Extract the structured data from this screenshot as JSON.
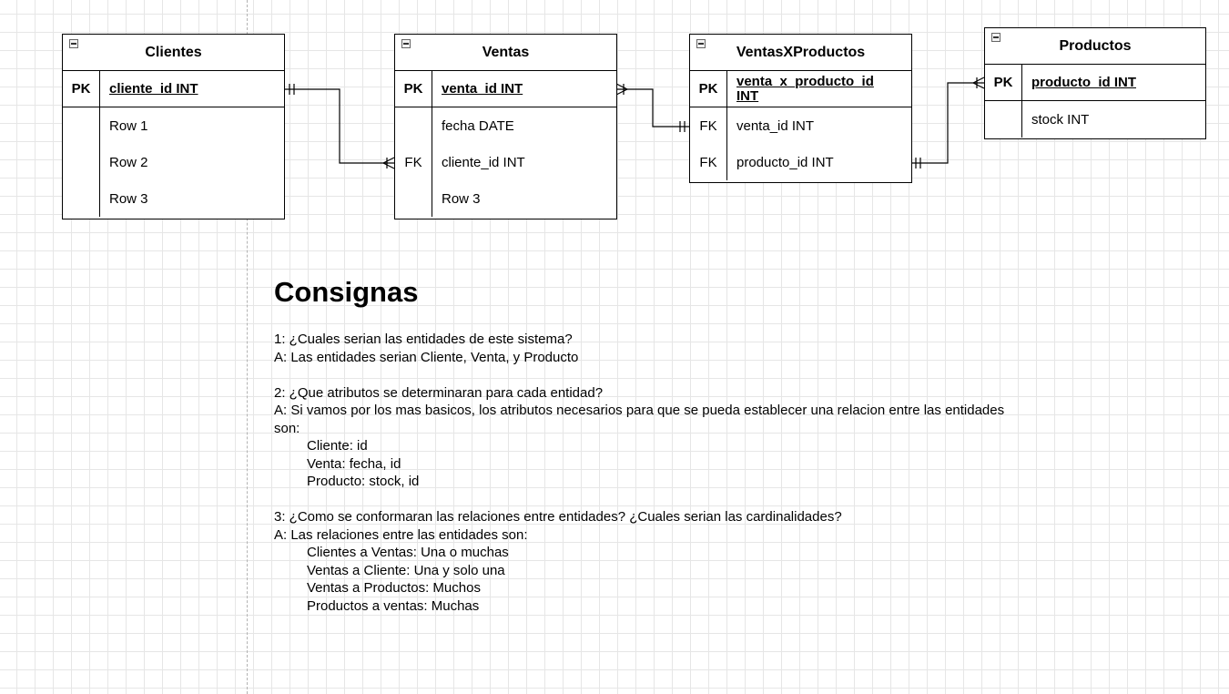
{
  "entities": {
    "clientes": {
      "title": "Clientes",
      "pk": {
        "key": "PK",
        "field": "cliente_id INT"
      },
      "rows": [
        {
          "key": "",
          "field": "Row 1"
        },
        {
          "key": "",
          "field": "Row 2"
        },
        {
          "key": "",
          "field": "Row 3"
        }
      ]
    },
    "ventas": {
      "title": "Ventas",
      "pk": {
        "key": "PK",
        "field": "venta_id INT"
      },
      "rows": [
        {
          "key": "",
          "field": "fecha DATE"
        },
        {
          "key": "FK",
          "field": "cliente_id INT"
        },
        {
          "key": "",
          "field": "Row 3"
        }
      ]
    },
    "ventasxproductos": {
      "title": "VentasXProductos",
      "pk": {
        "key": "PK",
        "field": "venta_x_producto_id INT"
      },
      "rows": [
        {
          "key": "FK",
          "field": "venta_id INT"
        },
        {
          "key": "FK",
          "field": "producto_id INT"
        }
      ]
    },
    "productos": {
      "title": "Productos",
      "pk": {
        "key": "PK",
        "field": "producto_id INT"
      },
      "rows": [
        {
          "key": "",
          "field": "stock INT"
        }
      ]
    }
  },
  "relationships": [
    {
      "from": "Clientes",
      "to": "Ventas",
      "from_end": "one-and-only-one",
      "to_end": "one-or-many"
    },
    {
      "from": "Ventas",
      "to": "VentasXProductos",
      "from_end": "one-or-many",
      "to_end": "one-and-only-one"
    },
    {
      "from": "VentasXProductos",
      "to": "Productos",
      "from_end": "one-and-only-one",
      "to_end": "one-or-many"
    }
  ],
  "consignas": {
    "title": "Consignas",
    "q1": {
      "question": "1: ¿Cuales serian las entidades de este sistema?",
      "answer": "A: Las entidades serian Cliente, Venta, y Producto"
    },
    "q2": {
      "question": "2: ¿Que atributos se determinaran para cada entidad?",
      "answer": "A: Si vamos por los mas basicos, los atributos necesarios para que se pueda establecer una relacion entre las entidades son:",
      "items": [
        "Cliente: id",
        "Venta: fecha, id",
        "Producto: stock, id"
      ]
    },
    "q3": {
      "question": "3: ¿Como se conformaran las relaciones entre entidades? ¿Cuales serian las cardinalidades?",
      "answer": "A: Las relaciones entre las entidades son:",
      "items": [
        "Clientes a Ventas: Una o muchas",
        "Ventas a Cliente: Una y solo una",
        "Ventas a Productos: Muchos",
        "Productos a ventas: Muchas"
      ]
    }
  }
}
